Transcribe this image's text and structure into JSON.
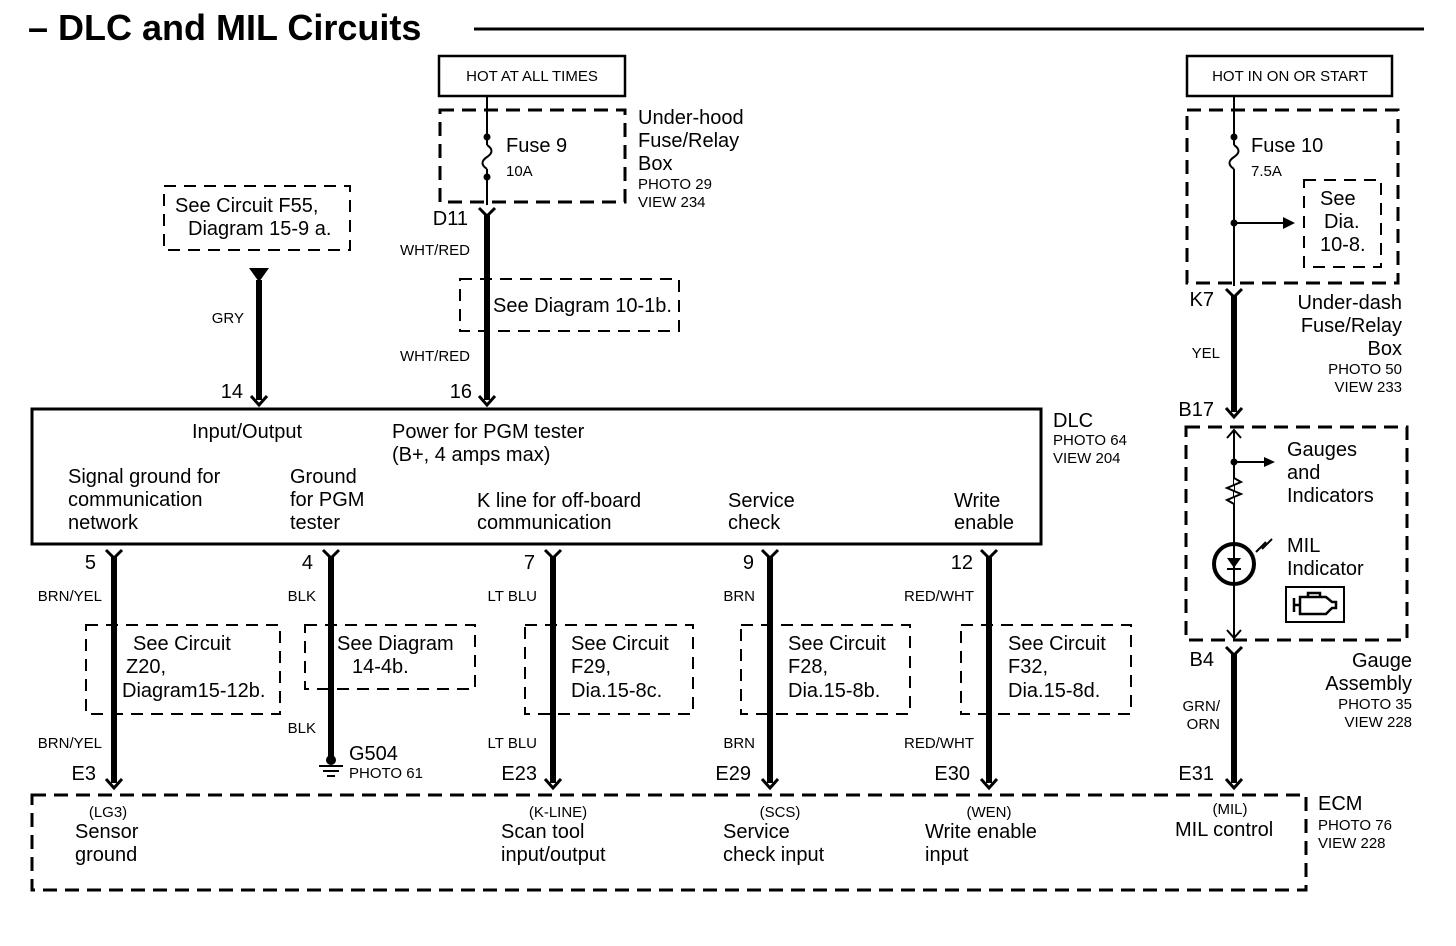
{
  "title": "– DLC and MIL Circuits",
  "power": {
    "hot_all_times": "HOT AT ALL TIMES",
    "hot_on_start": "HOT IN ON OR START",
    "fuse9": {
      "name": "Fuse 9",
      "rating": "10A"
    },
    "fuse10": {
      "name": "Fuse 10",
      "rating": "7.5A"
    },
    "underhood_box": [
      "Under-hood",
      "Fuse/Relay",
      "Box",
      "PHOTO 29",
      "VIEW 234"
    ],
    "underdash_box": [
      "Under-dash",
      "Fuse/Relay",
      "Box",
      "PHOTO 50",
      "VIEW 233"
    ],
    "see_dia_10_8": [
      "See",
      "Dia.",
      "10-8."
    ]
  },
  "upper_wires": {
    "see_f55": [
      "See Circuit F55,",
      "Diagram 15-9 a."
    ],
    "gry": "GRY",
    "pin14": "14",
    "d11": "D11",
    "wht_red_1": "WHT/RED",
    "see_10_1b": "See Diagram 10-1b.",
    "wht_red_2": "WHT/RED",
    "pin16": "16",
    "k7": "K7",
    "yel": "YEL",
    "b17": "B17"
  },
  "dlc": {
    "label": [
      "DLC",
      "PHOTO 64",
      "VIEW 204"
    ],
    "input_output": "Input/Output",
    "power_pgm": [
      "Power for PGM tester",
      "(B+, 4 amps max)"
    ],
    "signal_ground": [
      "Signal ground for",
      "communication",
      "network"
    ],
    "ground_pgm": [
      "Ground",
      "for PGM",
      "tester"
    ],
    "k_line": [
      "K line for off-board",
      "communication"
    ],
    "service_check": [
      "Service",
      "check"
    ],
    "write_enable": [
      "Write",
      "enable"
    ]
  },
  "gauge": {
    "gauges_indicators": [
      "Gauges",
      "and",
      "Indicators"
    ],
    "mil_indicator": [
      "MIL",
      "Indicator"
    ],
    "b4": "B4",
    "grn_orn": [
      "GRN/",
      "ORN"
    ],
    "label": [
      "Gauge",
      "Assembly",
      "PHOTO 35",
      "VIEW 228"
    ]
  },
  "lower_wires": [
    {
      "pin": "5",
      "color_top": "BRN/YEL",
      "note": [
        "See Circuit",
        "Z20,",
        "Diagram15-12b."
      ],
      "color_bottom": "BRN/YEL",
      "ecm_pin": "E3"
    },
    {
      "pin": "4",
      "color_top": "BLK",
      "note": [
        "See Diagram",
        "14-4b."
      ],
      "color_bottom": "BLK",
      "ground": "G504",
      "ground_photo": "PHOTO 61"
    },
    {
      "pin": "7",
      "color_top": "LT BLU",
      "note": [
        "See Circuit",
        "F29,",
        "Dia.15-8c."
      ],
      "color_bottom": "LT BLU",
      "ecm_pin": "E23"
    },
    {
      "pin": "9",
      "color_top": "BRN",
      "note": [
        "See Circuit",
        "F28,",
        "Dia.15-8b."
      ],
      "color_bottom": "BRN",
      "ecm_pin": "E29"
    },
    {
      "pin": "12",
      "color_top": "RED/WHT",
      "note": [
        "See Circuit",
        "F32,",
        "Dia.15-8d."
      ],
      "color_bottom": "RED/WHT",
      "ecm_pin": "E30"
    }
  ],
  "mil_wire": {
    "ecm_pin": "E31"
  },
  "ecm": {
    "label": [
      "ECM",
      "PHOTO 76",
      "VIEW 228"
    ],
    "sensor_ground": [
      "(LG3)",
      "Sensor",
      "ground"
    ],
    "scan_tool": [
      "(K-LINE)",
      "Scan tool",
      "input/output"
    ],
    "service_check_input": [
      "(SCS)",
      "Service",
      "check input"
    ],
    "write_enable_input": [
      "(WEN)",
      "Write enable",
      "input"
    ],
    "mil_control": [
      "(MIL)",
      "MIL control"
    ]
  }
}
